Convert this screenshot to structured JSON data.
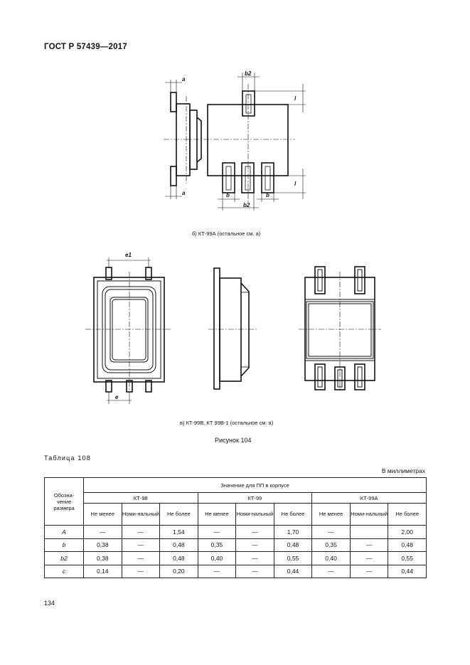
{
  "header": {
    "doc_id": "ГОСТ Р 57439—2017"
  },
  "figure_b": {
    "caption": "б) КТ-99А (остальное см. а)",
    "labels": {
      "a_top": "a",
      "a_bottom": "a",
      "b2_top": "b2",
      "b2_bottom": "b2",
      "l_top": "l",
      "l_bottom": "l",
      "b_left": "b",
      "b_right": "b"
    }
  },
  "figure_v": {
    "caption": "в) КТ-99В, КТ 99В-1 (остальное см. а)",
    "labels": {
      "e1": "e1",
      "e": "e"
    }
  },
  "figure_number": "Рисунок 104",
  "table": {
    "title": "Таблица 108",
    "units": "В миллиметрах",
    "col_designation": "Обозна-чение размера",
    "group_header": "Значение для ПП в корпусе",
    "packages": [
      "КТ-98",
      "КТ-99",
      "КТ-99А"
    ],
    "subheaders": [
      "Не менее",
      "Номи-нальный",
      "Не более"
    ],
    "rows": [
      {
        "label": "A",
        "values": [
          "—",
          "—",
          "1,54",
          "—",
          "—",
          "1,70",
          "—",
          "",
          "2,00"
        ]
      },
      {
        "label": "b",
        "values": [
          "0,38",
          "—",
          "0,48",
          "0,35",
          "—",
          "0,48",
          "0,35",
          "—",
          "0,48"
        ]
      },
      {
        "label": "b2",
        "values": [
          "0,38",
          "—",
          "0,48",
          "0,40",
          "—",
          "0,55",
          "0,40",
          "—",
          "0,55"
        ]
      },
      {
        "label": "c",
        "values": [
          "0,14",
          "—",
          "0,20",
          "—",
          "—",
          "0,44",
          "—",
          "—",
          "0,44"
        ]
      }
    ]
  },
  "page_number": "134"
}
